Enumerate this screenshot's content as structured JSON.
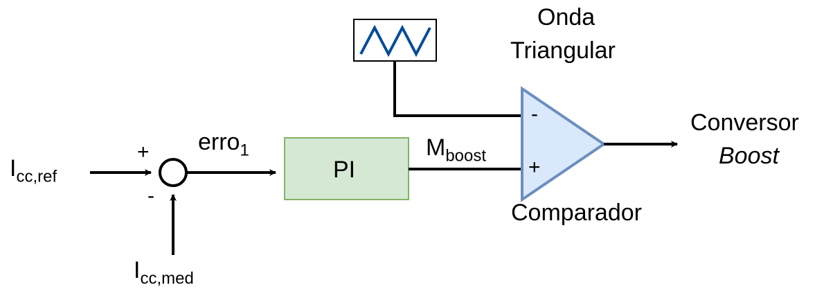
{
  "inputs": {
    "ref_main": "I",
    "ref_sub": "cc,ref",
    "med_main": "I",
    "med_sub": "cc,med"
  },
  "summing_junction": {
    "plus_sign": "+",
    "minus_sign": "-"
  },
  "error_signal": {
    "main": "erro",
    "sub": "1"
  },
  "controller": {
    "label": "PI",
    "fill": "#d5e8d4",
    "stroke": "#82b366"
  },
  "modulation_signal": {
    "main": "M",
    "sub": "boost"
  },
  "carrier": {
    "title_line1": "Onda",
    "title_line2": "Triangular",
    "wave_color": "#004c99"
  },
  "comparator": {
    "label": "Comparador",
    "minus_input": "-",
    "plus_input": "+",
    "fill": "#dae8fc",
    "stroke": "#6c8ebf"
  },
  "output": {
    "line1": "Conversor",
    "line2": "Boost"
  }
}
